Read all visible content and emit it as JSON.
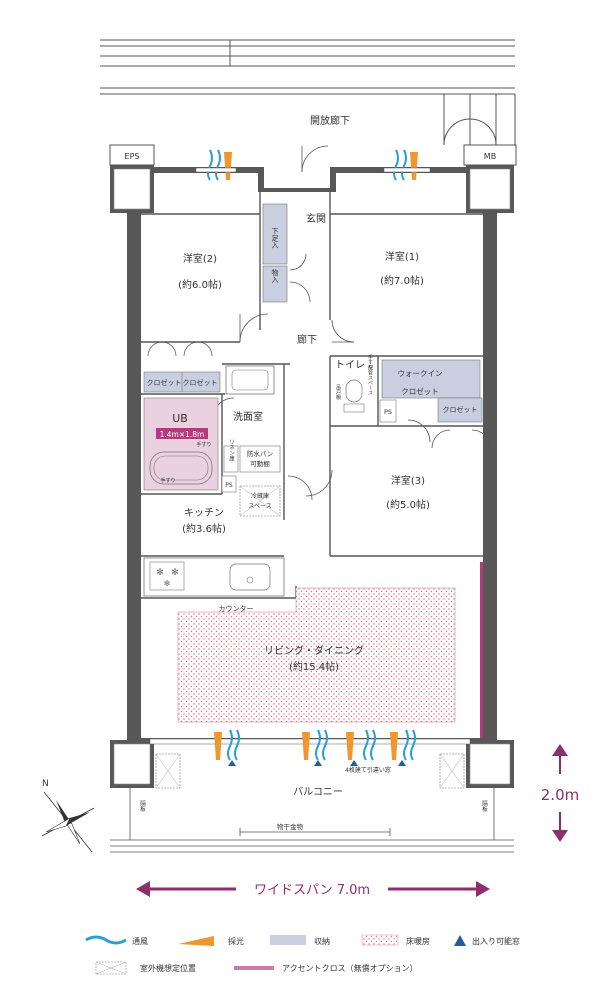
{
  "corridor": "開放廊下",
  "eps": "EPS",
  "mb": "MB",
  "entrance": "玄関",
  "shoe_box": "下足入",
  "storage": "物入",
  "hallway": "廊下",
  "toilet": "トイレ",
  "handrail": "手すり",
  "plumbing": "配管スペース",
  "shelf": "吊戸棚",
  "ps": "PS",
  "walkin": "ウォークイン",
  "walkin_closet": "クロゼット",
  "closet": "クロゼット",
  "ub": "UB",
  "ub_size": "1.4m×1.8m",
  "washroom": "洗面室",
  "linen": "リネン庫",
  "waterproof_pan": "防水パン",
  "movable_shelf": "可動棚",
  "fridge": "冷蔵庫",
  "fridge_space": "スペース",
  "counter": "カウンター",
  "balcony": "バルコニー",
  "partition": "隔板",
  "clothes_hardware": "物干金物",
  "sliding_window": "4枚建て引違い窓",
  "balcony_depth": "2.0m",
  "wide_span": "ワイドスパン 7.0m",
  "rooms": {
    "western2": {
      "name": "洋室(2)",
      "size": "(約6.0帖)"
    },
    "western1": {
      "name": "洋室(1)",
      "size": "(約7.0帖)"
    },
    "western3": {
      "name": "洋室(3)",
      "size": "(約5.0帖)"
    },
    "kitchen": {
      "name": "キッチン",
      "size": "(約3.6帖)"
    },
    "living": {
      "name": "リビング・ダイニング",
      "size": "(約15.4帖)"
    }
  },
  "legend": {
    "ventilation": "通風",
    "daylight": "採光",
    "storage": "収納",
    "floor_heating": "床暖房",
    "access": "出入り可能窓",
    "ac_unit": "室外機想定位置",
    "accent": "アクセントクロス（無償オプション）"
  },
  "colors": {
    "wall": "#585858",
    "storage": "#c9cfe0",
    "ub_fill": "#ead1df",
    "accent": "#b33a7d",
    "floor_heat": "#d86f8a",
    "vent": "#2a9fd6",
    "light": "#f0962e",
    "access": "#1f5f9e"
  }
}
